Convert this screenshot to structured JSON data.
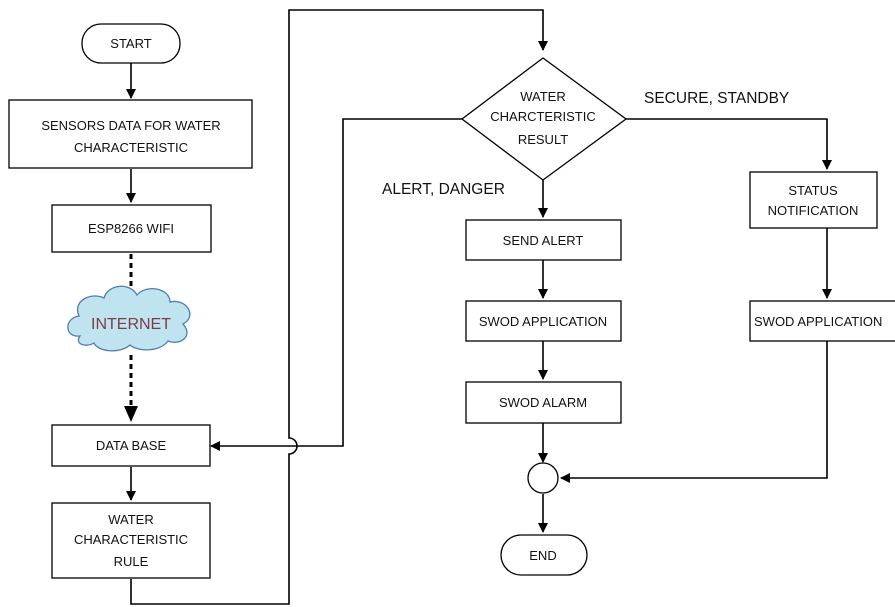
{
  "diagram": {
    "nodes": {
      "start": "START",
      "sensors": [
        "SENSORS DATA FOR WATER",
        "CHARACTERISTIC"
      ],
      "wifi": "ESP8266 WIFI",
      "internet": "INTERNET",
      "database": "DATA BASE",
      "rule": [
        "WATER",
        "CHARACTERISTIC",
        "RULE"
      ],
      "decision": [
        "WATER",
        "CHARCTERISTIC",
        "RESULT"
      ],
      "send_alert": "SEND ALERT",
      "swod_app_left": "SWOD APPLICATION",
      "swod_alarm": "SWOD ALARM",
      "status": [
        "STATUS",
        "NOTIFICATION"
      ],
      "swod_app_right": "SWOD APPLICATION",
      "end": "END"
    },
    "edge_labels": {
      "secure": "SECURE, STANDBY",
      "alert": "ALERT, DANGER"
    },
    "colors": {
      "cloud_fill": "#bfe3ef",
      "cloud_stroke": "#4f7fb0",
      "cloud_text": "#7a3e48",
      "line": "#000000"
    }
  }
}
